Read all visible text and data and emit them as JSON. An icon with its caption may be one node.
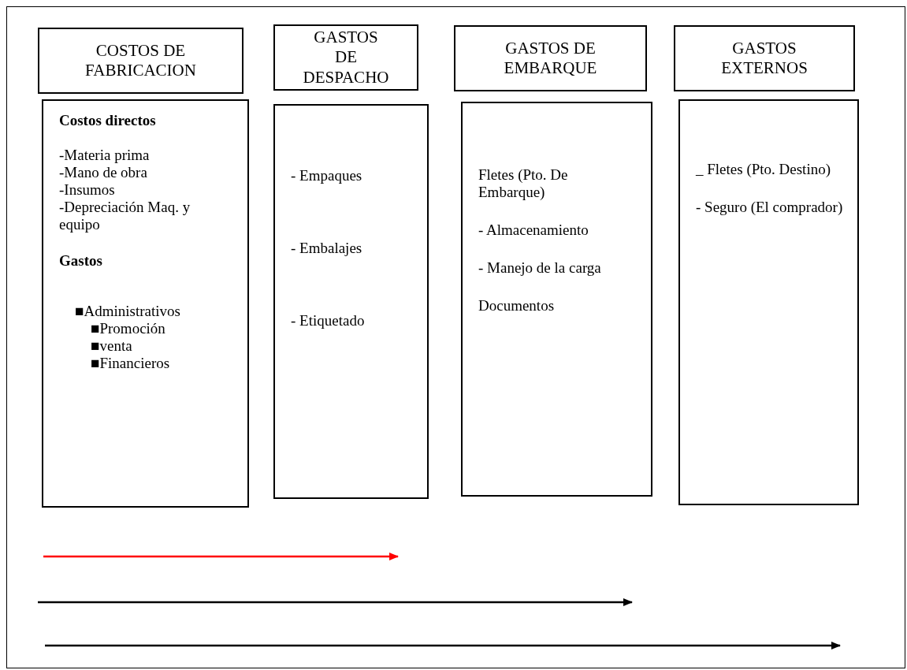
{
  "diagram": {
    "nodes": [
      {
        "text": [
          "COSTOS DE FABRICACION"
        ]
      },
      {
        "text": [
          "GASTOS DE DESPACHO"
        ]
      },
      {
        "text": [
          "GASTOS DE EMBARQUE"
        ]
      },
      {
        "text": [
          "GASTOS EXTERNOS"
        ]
      },
      {
        "text": [
          "Costos directos",
          "-Materia prima",
          "-Mano de obra",
          "-Insumos",
          "-Depreciación Maq. y equipo",
          "Gastos",
          "■Administrativos",
          "■Promoción",
          "■venta",
          "■Financieros"
        ]
      },
      {
        "text": [
          "- Empaques",
          "- Embalajes",
          "- Etiquetado"
        ]
      },
      {
        "text": [
          "Fletes (Pto. De Embarque)",
          "- Almacenamiento",
          "- Manejo de la carga",
          "Documentos"
        ]
      },
      {
        "text": [
          "_ Fletes (Pto. Destino)",
          "- Seguro (El comprador)"
        ]
      }
    ]
  }
}
